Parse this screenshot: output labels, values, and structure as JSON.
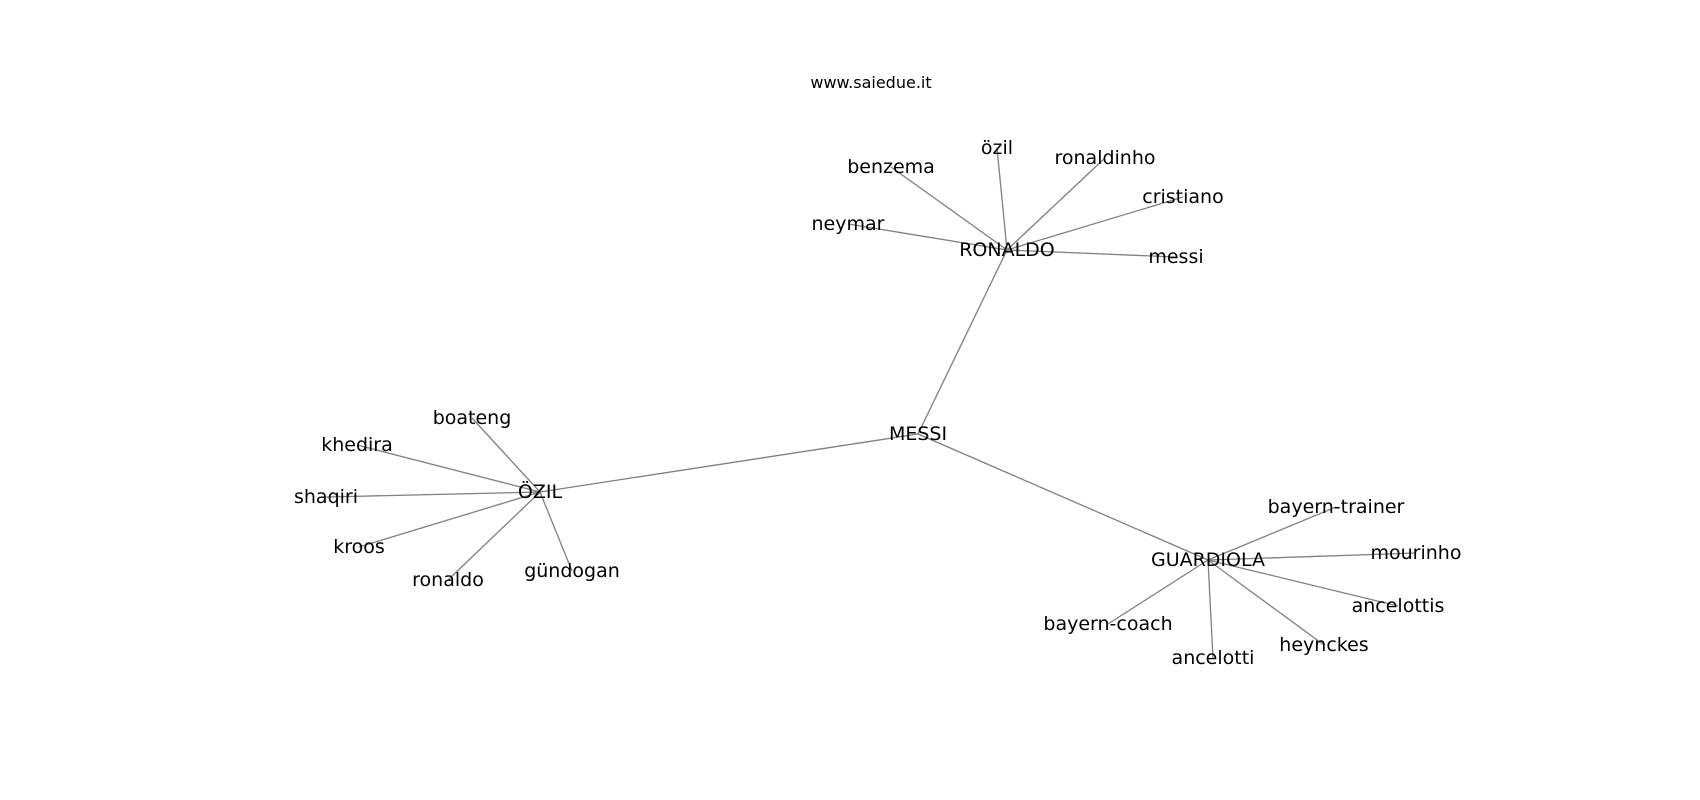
{
  "site": "www.saiedue.it",
  "hubs": [
    {
      "id": "messi_hub",
      "label": "MESSI"
    },
    {
      "id": "ronaldo_hub",
      "label": "RONALDO"
    },
    {
      "id": "ozil_hub",
      "label": "ÖZIL"
    },
    {
      "id": "guardiola_hub",
      "label": "GUARDIOLA"
    }
  ],
  "leaves": [
    {
      "id": "neymar",
      "label": "neymar",
      "hub": "ronaldo_hub"
    },
    {
      "id": "benzema",
      "label": "benzema",
      "hub": "ronaldo_hub"
    },
    {
      "id": "ozil",
      "label": "özil",
      "hub": "ronaldo_hub"
    },
    {
      "id": "ronaldinho",
      "label": "ronaldinho",
      "hub": "ronaldo_hub"
    },
    {
      "id": "cristiano",
      "label": "cristiano",
      "hub": "ronaldo_hub"
    },
    {
      "id": "messi",
      "label": "messi",
      "hub": "ronaldo_hub"
    },
    {
      "id": "boateng",
      "label": "boateng",
      "hub": "ozil_hub"
    },
    {
      "id": "khedira",
      "label": "khedira",
      "hub": "ozil_hub"
    },
    {
      "id": "shaqiri",
      "label": "shaqiri",
      "hub": "ozil_hub"
    },
    {
      "id": "kroos",
      "label": "kroos",
      "hub": "ozil_hub"
    },
    {
      "id": "ronaldo",
      "label": "ronaldo",
      "hub": "ozil_hub"
    },
    {
      "id": "gundogan",
      "label": "gündogan",
      "hub": "ozil_hub"
    },
    {
      "id": "bayern_trainer",
      "label": "bayern-trainer",
      "hub": "guardiola_hub"
    },
    {
      "id": "mourinho",
      "label": "mourinho",
      "hub": "guardiola_hub"
    },
    {
      "id": "ancelottis",
      "label": "ancelottis",
      "hub": "guardiola_hub"
    },
    {
      "id": "heynckes",
      "label": "heynckes",
      "hub": "guardiola_hub"
    },
    {
      "id": "ancelotti",
      "label": "ancelotti",
      "hub": "guardiola_hub"
    },
    {
      "id": "bayern_coach",
      "label": "bayern-coach",
      "hub": "guardiola_hub"
    }
  ],
  "hub_links": [
    [
      "messi_hub",
      "ronaldo_hub"
    ],
    [
      "messi_hub",
      "ozil_hub"
    ],
    [
      "messi_hub",
      "guardiola_hub"
    ]
  ]
}
